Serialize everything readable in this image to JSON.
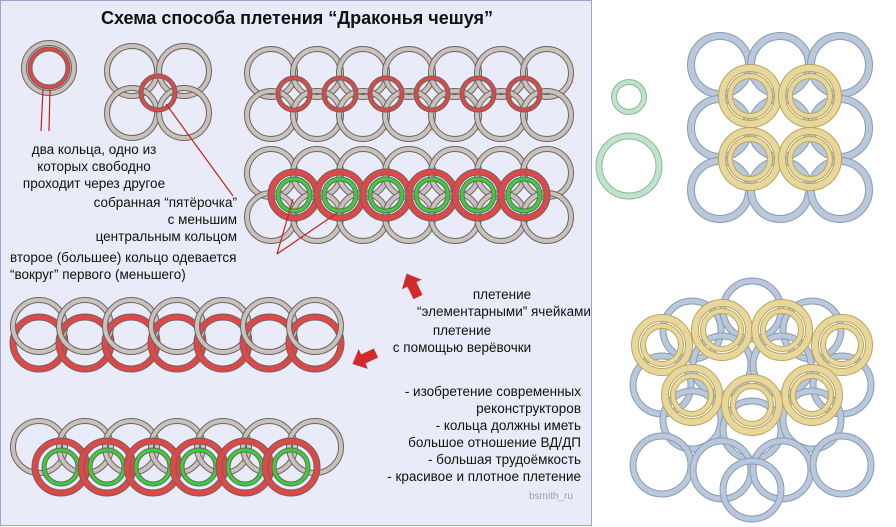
{
  "title": "Схема способа плетения “Драконья чешуя”",
  "labels": {
    "two_rings": [
      "два кольца, одно из",
      "которых свободно",
      "проходит через другое"
    ],
    "five_ring": [
      "собранная “пятёрочка”",
      "с меньшим",
      "центральным кольцом"
    ],
    "second_ring": [
      "второе (большее) кольцо одевается",
      "“вокруг” первого (меньшего)"
    ],
    "elementary": [
      "плетение",
      "“элементарными” ячейками"
    ],
    "rope": [
      "плетение",
      "с помощью верёвочки"
    ],
    "notes": [
      "- изобретение современных",
      "реконструкторов",
      "- кольца должны иметь",
      "большое отношение ВД/ДП",
      "- большая трудоёмкость",
      "- красивое и плотное плетение"
    ],
    "watermark": "bsmith_ru"
  },
  "colors": {
    "panel_bg": "#e9ebf8",
    "gray_ring": "#c9c2bc",
    "red_ring": "#e04848",
    "green_ring": "#38d238",
    "arrow": "#d22a2a",
    "blue_ring": "#b9c8da",
    "gold_ring": "#e8d79a",
    "mint_ring": "#bfe3cb"
  }
}
